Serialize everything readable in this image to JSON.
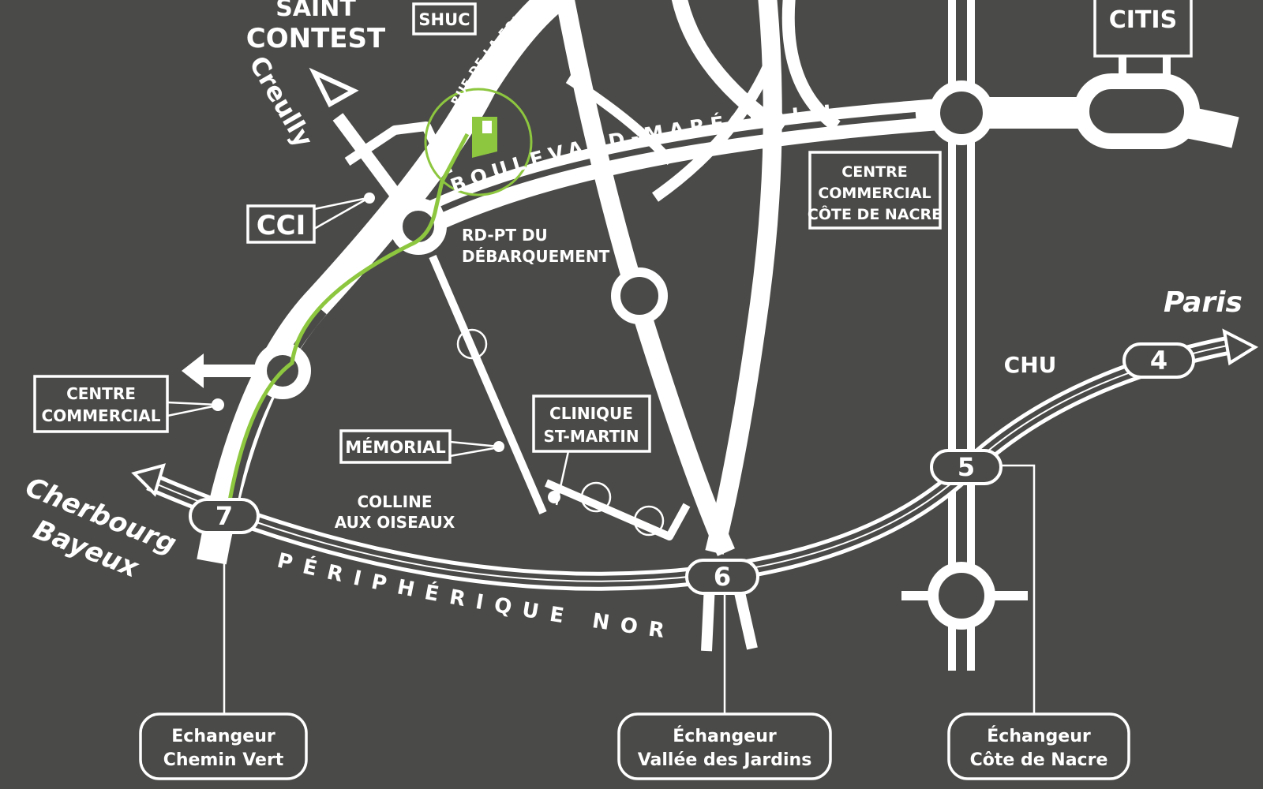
{
  "map": {
    "places": {
      "saint_contest_line1": "SAINT",
      "saint_contest_line2": "CONTEST",
      "shuc": "SHUC",
      "citis": "CITIS",
      "creully": "Creully",
      "cci": "CCI",
      "rue_folie": "RUE DE LA FOLIE",
      "rd_pt_line1": "RD-PT DU",
      "rd_pt_line2": "DÉBARQUEMENT",
      "centre_nacre_line1": "CENTRE",
      "centre_nacre_line2": "COMMERCIAL",
      "centre_nacre_line3": "CÔTE DE NACRE",
      "centre_comm_line1": "CENTRE",
      "centre_comm_line2": "COMMERCIAL",
      "memorial": "MÉMORIAL",
      "clinique_line1": "CLINIQUE",
      "clinique_line2": "ST-MARTIN",
      "colline_line1": "COLLINE",
      "colline_line2": "AUX OISEAUX",
      "chu": "CHU",
      "paris": "Paris",
      "cherbourg": "Cherbourg",
      "bayeux": "Bayeux"
    },
    "roads": {
      "boulevard": "BOULEVARD-MARÉCHAL-JUIN",
      "peripherique": "PÉRIPHÉRIQUE NORD"
    },
    "exits": [
      "7",
      "6",
      "5",
      "4"
    ],
    "interchanges": {
      "chemin_vert_line1": "Echangeur",
      "chemin_vert_line2": "Chemin Vert",
      "vallee_line1": "Échangeur",
      "vallee_line2": "Vallée des Jardins",
      "nacre_line1": "Échangeur",
      "nacre_line2": "Côte de Nacre"
    },
    "colors": {
      "background": "#4a4a48",
      "roads": "#ffffff",
      "route_highlight": "#8dc63f"
    },
    "icons": {
      "destination_marker": "green-building-marker-icon"
    }
  }
}
